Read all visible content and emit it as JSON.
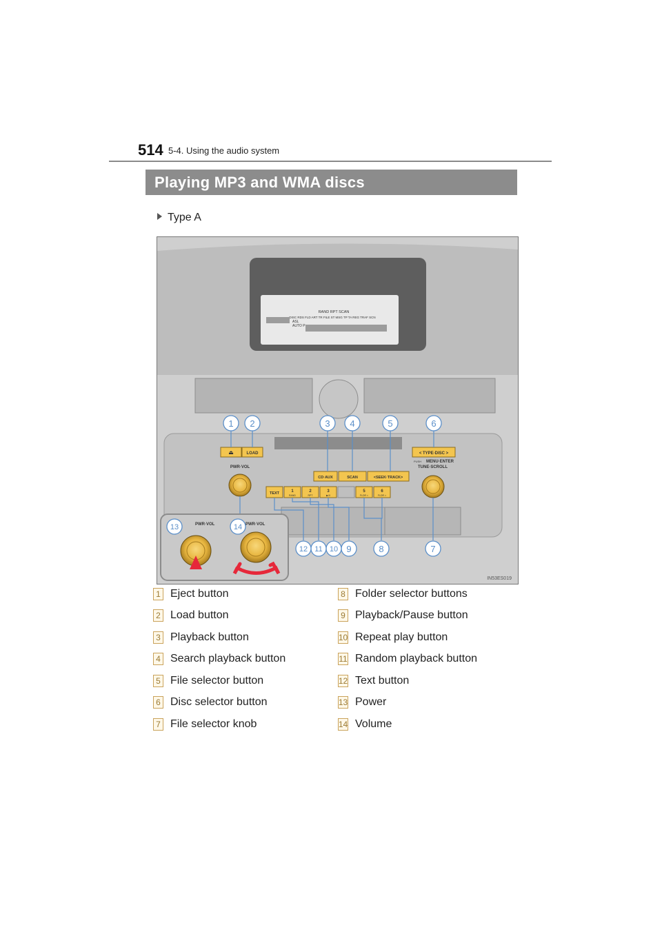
{
  "header": {
    "page_number": "514",
    "section": "5-4. Using the audio system"
  },
  "banner": {
    "title": "Playing MP3 and WMA discs"
  },
  "subtitle": "Type A",
  "figure": {
    "image_code": "IN53ES019",
    "labels": {
      "pwr_vol": "PWR·VOL",
      "eject": "⏏",
      "load": "LOAD",
      "type_disc": "<  TYPE·DISC  >",
      "menu_enter": "MENU·ENTER",
      "push": "PUSH",
      "tune_scroll": "TUNE·SCROLL",
      "cd_aux": "CD·AUX",
      "scan": "SCAN",
      "seek_track": "<SEEK·TRACK>",
      "text": "TEXT",
      "btn1": "1",
      "btn1_sub": "RAND",
      "btn2": "2",
      "btn2_sub": "RPT",
      "btn3": "3",
      "btn3_sub": "▶/II",
      "btn5": "5",
      "btn5_sub": "FLDR <",
      "btn6": "6",
      "btn6_sub": "FLDR >",
      "display_line1": "RAND   RPT   SCAN",
      "display_line2": "DISC RDS FLD ART TR FILE  ST MSG TP  TA REG TRAF SCN",
      "display_asl": "ASL",
      "display_auto": "AUTO P"
    },
    "callouts": [
      "1",
      "2",
      "3",
      "4",
      "5",
      "6",
      "7",
      "8",
      "9",
      "10",
      "11",
      "12",
      "13",
      "14"
    ]
  },
  "legend": {
    "left": [
      {
        "num": "1",
        "label": "Eject button"
      },
      {
        "num": "2",
        "label": "Load button"
      },
      {
        "num": "3",
        "label": "Playback button"
      },
      {
        "num": "4",
        "label": "Search playback button"
      },
      {
        "num": "5",
        "label": "File selector button"
      },
      {
        "num": "6",
        "label": "Disc selector button"
      },
      {
        "num": "7",
        "label": "File selector knob"
      }
    ],
    "right": [
      {
        "num": "8",
        "label": "Folder selector buttons"
      },
      {
        "num": "9",
        "label": "Playback/Pause button"
      },
      {
        "num": "10",
        "label": "Repeat play button"
      },
      {
        "num": "11",
        "label": "Random playback button"
      },
      {
        "num": "12",
        "label": "Text button"
      },
      {
        "num": "13",
        "label": "Power"
      },
      {
        "num": "14",
        "label": "Volume"
      }
    ]
  },
  "colors": {
    "button_yellow": "#f3c54f",
    "callout_blue": "#5b8fc9",
    "banner": "#8c8c8c"
  }
}
